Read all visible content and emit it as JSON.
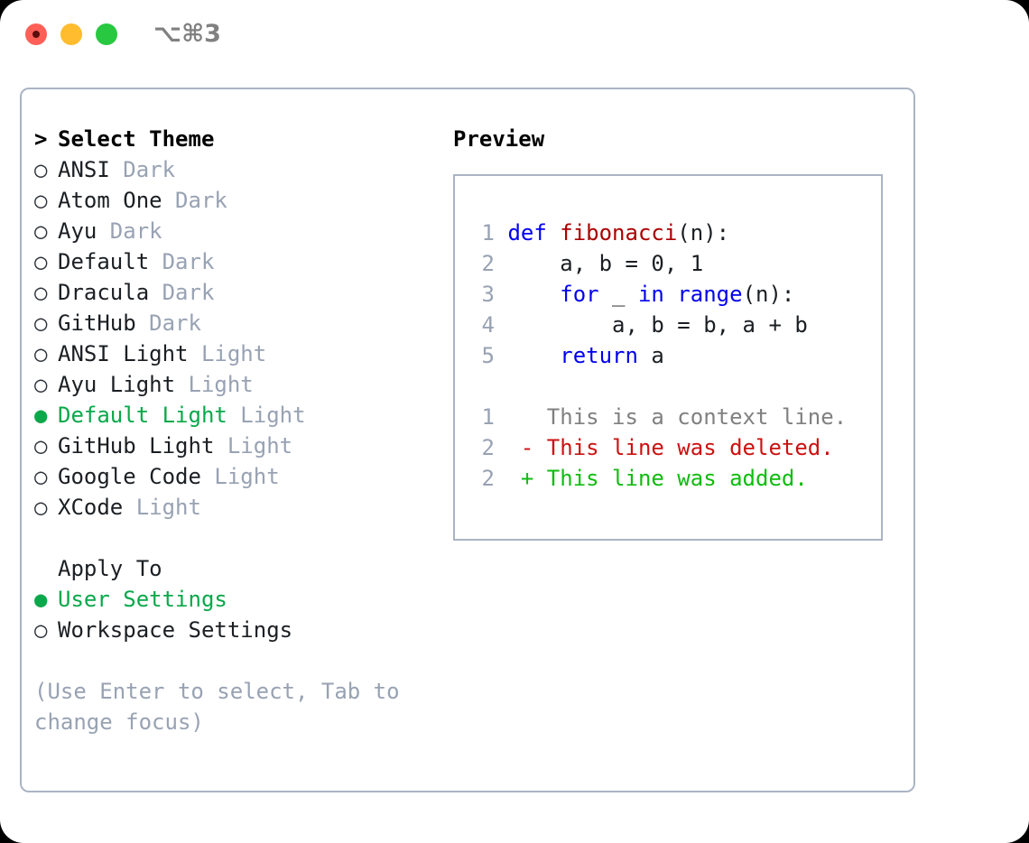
{
  "titlebar": {
    "shortcut": "⌥⌘3",
    "lights": [
      {
        "name": "close",
        "color": "#ff5f57"
      },
      {
        "name": "minimize",
        "color": "#febc2e"
      },
      {
        "name": "maximize",
        "color": "#28c840"
      }
    ]
  },
  "colors": {
    "accent_green": "#0aa84a",
    "muted": "#98a2b3",
    "border": "#aab4c4",
    "keyword_blue": "#0000ee",
    "function_red": "#aa0000",
    "diff_delete": "#cc1111",
    "diff_add": "#11bb11"
  },
  "theme_picker": {
    "heading_marker": ">",
    "heading": "Select Theme",
    "marker_selected": "●",
    "marker_unselected": "○",
    "items": [
      {
        "name": "ANSI",
        "category": "Dark",
        "selected": false
      },
      {
        "name": "Atom One",
        "category": "Dark",
        "selected": false
      },
      {
        "name": "Ayu",
        "category": "Dark",
        "selected": false
      },
      {
        "name": "Default",
        "category": "Dark",
        "selected": false
      },
      {
        "name": "Dracula",
        "category": "Dark",
        "selected": false
      },
      {
        "name": "GitHub",
        "category": "Dark",
        "selected": false
      },
      {
        "name": "ANSI Light",
        "category": "Light",
        "selected": false
      },
      {
        "name": "Ayu Light",
        "category": "Light",
        "selected": false
      },
      {
        "name": "Default Light",
        "category": "Light",
        "selected": true
      },
      {
        "name": "GitHub Light",
        "category": "Light",
        "selected": false
      },
      {
        "name": "Google Code",
        "category": "Light",
        "selected": false
      },
      {
        "name": "XCode",
        "category": "Light",
        "selected": false
      }
    ]
  },
  "apply_to": {
    "title": "Apply To",
    "items": [
      {
        "name": "User Settings",
        "selected": true
      },
      {
        "name": "Workspace Settings",
        "selected": false
      }
    ]
  },
  "hint": "(Use Enter to select, Tab to change focus)",
  "preview": {
    "title": "Preview",
    "code_lines": [
      {
        "num": "1",
        "tokens": [
          {
            "text": "def ",
            "kind": "kw"
          },
          {
            "text": "fibonacci",
            "kind": "fn"
          },
          {
            "text": "(n):",
            "kind": "plain"
          }
        ]
      },
      {
        "num": "2",
        "tokens": [
          {
            "text": "    a, b = 0, 1",
            "kind": "plain"
          }
        ]
      },
      {
        "num": "3",
        "tokens": [
          {
            "text": "    ",
            "kind": "plain"
          },
          {
            "text": "for",
            "kind": "kw"
          },
          {
            "text": " _ ",
            "kind": "plain"
          },
          {
            "text": "in",
            "kind": "kw"
          },
          {
            "text": " ",
            "kind": "plain"
          },
          {
            "text": "range",
            "kind": "kw"
          },
          {
            "text": "(n):",
            "kind": "plain"
          }
        ]
      },
      {
        "num": "4",
        "tokens": [
          {
            "text": "        a, b = b, a + b",
            "kind": "plain"
          }
        ]
      },
      {
        "num": "5",
        "tokens": [
          {
            "text": "    ",
            "kind": "plain"
          },
          {
            "text": "return",
            "kind": "kw"
          },
          {
            "text": " a",
            "kind": "plain"
          }
        ]
      }
    ],
    "diff_lines": [
      {
        "num": "1",
        "sign": " ",
        "text": " This is a context line.",
        "kind": "ctx"
      },
      {
        "num": "2",
        "sign": "-",
        "text": " This line was deleted.",
        "kind": "del"
      },
      {
        "num": "2",
        "sign": "+",
        "text": " This line was added.",
        "kind": "add"
      }
    ]
  }
}
